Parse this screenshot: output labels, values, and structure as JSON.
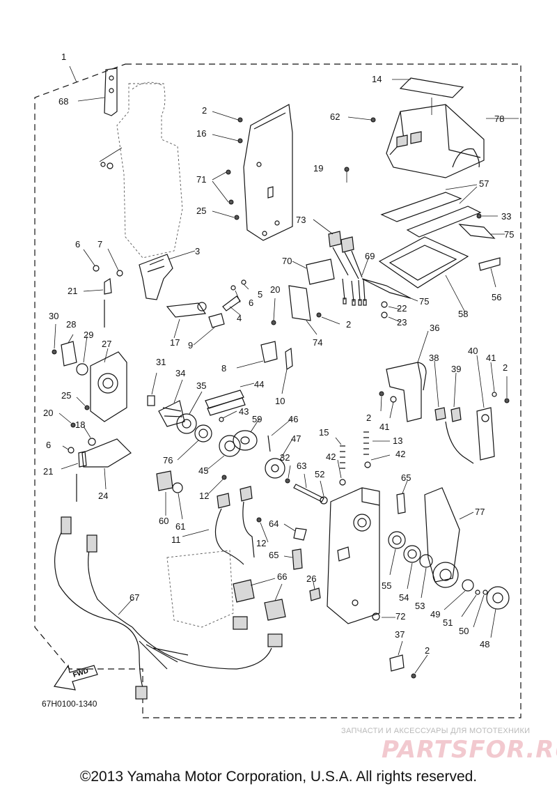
{
  "diagram": {
    "callouts": [
      {
        "n": "1"
      },
      {
        "n": "68"
      },
      {
        "n": "2"
      },
      {
        "n": "16"
      },
      {
        "n": "71"
      },
      {
        "n": "25"
      },
      {
        "n": "14"
      },
      {
        "n": "62"
      },
      {
        "n": "78"
      },
      {
        "n": "19"
      },
      {
        "n": "57"
      },
      {
        "n": "33"
      },
      {
        "n": "75"
      },
      {
        "n": "73"
      },
      {
        "n": "69"
      },
      {
        "n": "70"
      },
      {
        "n": "56"
      },
      {
        "n": "58"
      },
      {
        "n": "75"
      },
      {
        "n": "22"
      },
      {
        "n": "23"
      },
      {
        "n": "2"
      },
      {
        "n": "74"
      },
      {
        "n": "20"
      },
      {
        "n": "6"
      },
      {
        "n": "7"
      },
      {
        "n": "3"
      },
      {
        "n": "21"
      },
      {
        "n": "5"
      },
      {
        "n": "6"
      },
      {
        "n": "4"
      },
      {
        "n": "17"
      },
      {
        "n": "9"
      },
      {
        "n": "30"
      },
      {
        "n": "28"
      },
      {
        "n": "29"
      },
      {
        "n": "27"
      },
      {
        "n": "8"
      },
      {
        "n": "10"
      },
      {
        "n": "36"
      },
      {
        "n": "38"
      },
      {
        "n": "39"
      },
      {
        "n": "40"
      },
      {
        "n": "41"
      },
      {
        "n": "2"
      },
      {
        "n": "31"
      },
      {
        "n": "34"
      },
      {
        "n": "35"
      },
      {
        "n": "44"
      },
      {
        "n": "25"
      },
      {
        "n": "43"
      },
      {
        "n": "2"
      },
      {
        "n": "41"
      },
      {
        "n": "20"
      },
      {
        "n": "18"
      },
      {
        "n": "59"
      },
      {
        "n": "46"
      },
      {
        "n": "15"
      },
      {
        "n": "13"
      },
      {
        "n": "6"
      },
      {
        "n": "47"
      },
      {
        "n": "76"
      },
      {
        "n": "42"
      },
      {
        "n": "42"
      },
      {
        "n": "21"
      },
      {
        "n": "24"
      },
      {
        "n": "45"
      },
      {
        "n": "32"
      },
      {
        "n": "63"
      },
      {
        "n": "52"
      },
      {
        "n": "65"
      },
      {
        "n": "12"
      },
      {
        "n": "60"
      },
      {
        "n": "61"
      },
      {
        "n": "77"
      },
      {
        "n": "64"
      },
      {
        "n": "11"
      },
      {
        "n": "12"
      },
      {
        "n": "65"
      },
      {
        "n": "66"
      },
      {
        "n": "26"
      },
      {
        "n": "55"
      },
      {
        "n": "54"
      },
      {
        "n": "53"
      },
      {
        "n": "49"
      },
      {
        "n": "51"
      },
      {
        "n": "67"
      },
      {
        "n": "72"
      },
      {
        "n": "50"
      },
      {
        "n": "48"
      },
      {
        "n": "37"
      },
      {
        "n": "2"
      }
    ],
    "fwd_label": "FWD",
    "code": "67H0100-1340"
  },
  "watermark": {
    "caption": "ЗАПЧАСТИ И АКСЕССУАРЫ ДЛЯ МОТОТЕХНИКИ",
    "logo": "PARTSFOR.RU"
  },
  "copyright": "©2013 Yamaha Motor Corporation, U.S.A. All rights reserved."
}
